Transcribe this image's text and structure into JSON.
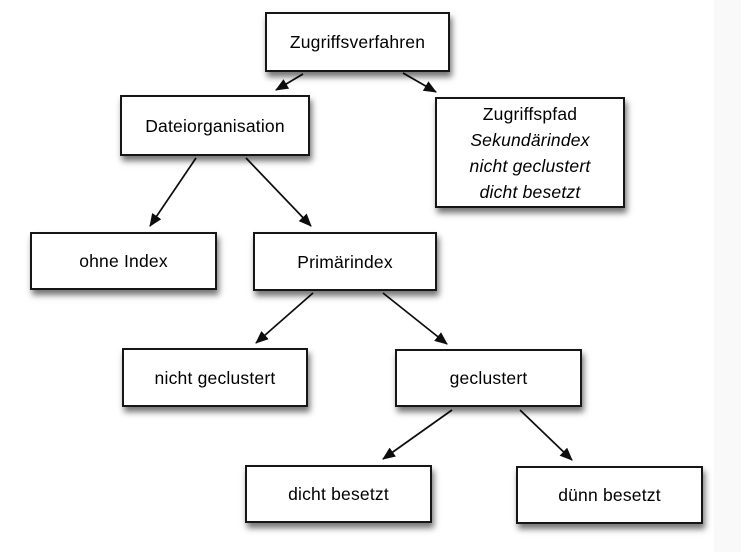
{
  "diagram": {
    "nodes": [
      {
        "id": "zugriffsverfahren",
        "label": "Zugriffsverfahren"
      },
      {
        "id": "dateiorganisation",
        "label": "Dateiorganisation"
      },
      {
        "id": "zugriffspfad",
        "lines": [
          "Zugriffspfad",
          "Sekundärindex",
          "nicht geclustert",
          "dicht besetzt"
        ]
      },
      {
        "id": "ohne-index",
        "label": "ohne Index"
      },
      {
        "id": "primaerindex",
        "label": "Primärindex"
      },
      {
        "id": "nicht-geclustert",
        "label": "nicht geclustert"
      },
      {
        "id": "geclustert",
        "label": "geclustert"
      },
      {
        "id": "dicht-besetzt",
        "label": "dicht besetzt"
      },
      {
        "id": "duenn-besetzt",
        "label": "dünn besetzt"
      }
    ],
    "edges": [
      {
        "from": "zugriffsverfahren",
        "to": "dateiorganisation"
      },
      {
        "from": "zugriffsverfahren",
        "to": "zugriffspfad"
      },
      {
        "from": "dateiorganisation",
        "to": "ohne-index"
      },
      {
        "from": "dateiorganisation",
        "to": "primaerindex"
      },
      {
        "from": "primaerindex",
        "to": "nicht-geclustert"
      },
      {
        "from": "primaerindex",
        "to": "geclustert"
      },
      {
        "from": "geclustert",
        "to": "dicht-besetzt"
      },
      {
        "from": "geclustert",
        "to": "duenn-besetzt"
      }
    ]
  },
  "colors": {
    "box_border": "#161616",
    "box_background": "#ffffff",
    "text": "#000000",
    "page_background": "#ffffff",
    "right_strip": "#f9f9f9",
    "arrow": "#0d0d0d"
  }
}
